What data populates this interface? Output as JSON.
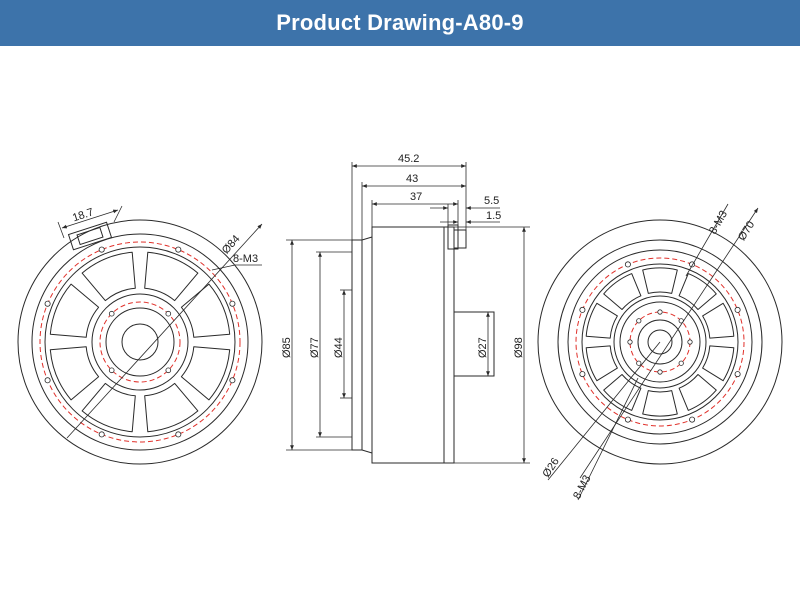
{
  "title": "Product Drawing-A80-9",
  "colors": {
    "header_bg": "#3d73aa",
    "header_text": "#ffffff",
    "line": "#2a2a2a",
    "center_line": "#e0302a"
  },
  "front_view": {
    "width_label": "18.7",
    "circle_label": "Ø84",
    "holes_label": "8-M3"
  },
  "side_view": {
    "overall_length": "45.2",
    "length_2": "43",
    "length_3": "37",
    "step_1": "5.5",
    "step_2": "1.5",
    "dia_outer": "Ø85",
    "dia_2": "Ø77",
    "dia_3": "Ø44",
    "dia_shaft": "Ø27",
    "dia_body": "Ø98"
  },
  "back_view": {
    "holes_outer_label": "8-M3",
    "circle_outer_label": "Ø70",
    "circle_inner_label": "Ø26",
    "holes_inner_label": "8-M3"
  }
}
